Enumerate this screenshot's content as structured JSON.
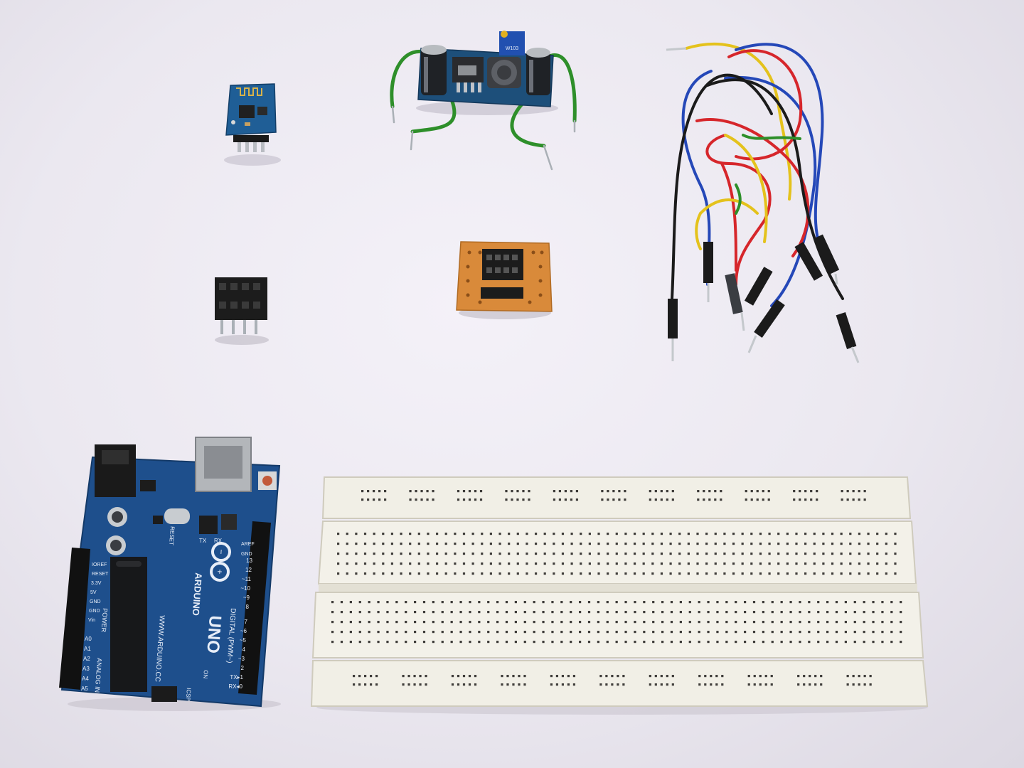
{
  "arduino": {
    "brand_text": "ARDUINO",
    "model_text": "UNO",
    "url_text": "WWW.ARDUINO.CC",
    "digital_text": "DIGITAL (PWM~)",
    "power_text": "POWER",
    "analog_text": "ANALOG IN",
    "reset_text": "RESET",
    "on_text": "ON",
    "icsp_text": "ICSP",
    "tx_text": "TX",
    "rx_text": "RX",
    "aref_text": "AREF",
    "gnd_text": "GND",
    "power_pins": [
      "IOREF",
      "RESET",
      "3.3V",
      "5V",
      "GND",
      "GND",
      "Vin"
    ],
    "analog_pins": [
      "A0",
      "A1",
      "A2",
      "A3",
      "A4",
      "A5"
    ],
    "digital_pins": [
      "13",
      "12",
      "~11",
      "~10",
      "~9",
      "8",
      "7",
      "~6",
      "~5",
      "4",
      "~3",
      "2",
      "TX▸1",
      "RX◂0"
    ]
  },
  "dcdc_module": {
    "pot_text": "W103"
  },
  "colors": {
    "background": "#ece9f1",
    "arduino_pcb": "#1e4f8c",
    "esp_pcb": "#1f5e96",
    "breadboard": "#f1efe6",
    "perfboard": "#d98a3a",
    "wire_green": "#2e8f2a",
    "wire_red": "#d6262b",
    "wire_blue": "#2548b8",
    "wire_yellow": "#e4c21c",
    "wire_black": "#1b1b1b"
  }
}
